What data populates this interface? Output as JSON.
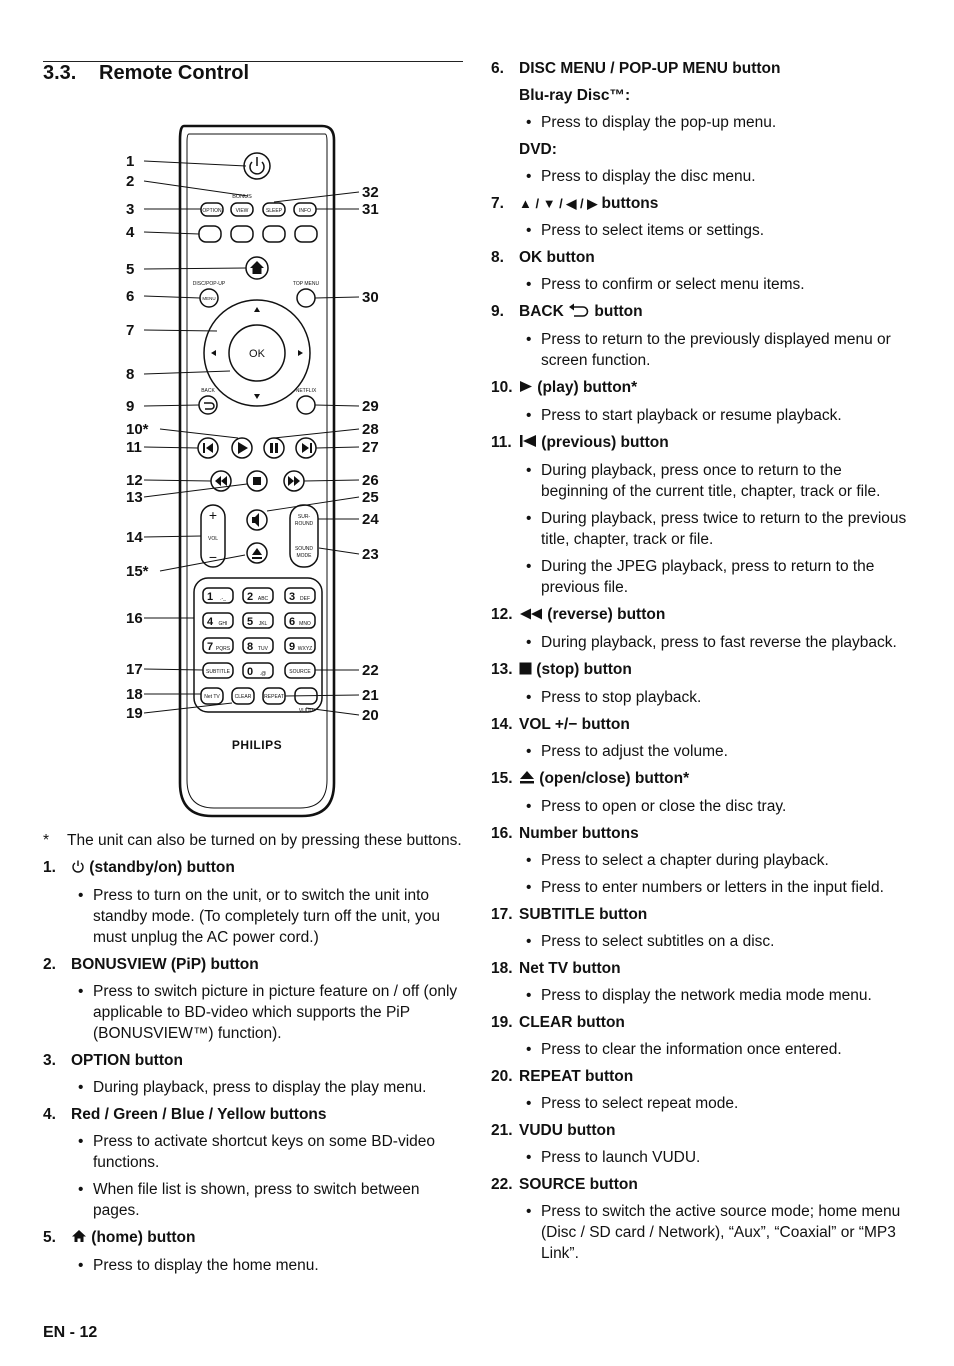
{
  "section": {
    "number": "3.3.",
    "title": "Remote Control"
  },
  "remote": {
    "brand": "PHILIPS",
    "labels": {
      "bonus": "BONUS",
      "option": "OPTION",
      "view": "VIEW",
      "sleep": "SLEEP",
      "info": "INFO",
      "disc_popup": "DISC/POP-UP",
      "menu": "MENU",
      "top_menu": "TOP MENU",
      "ok": "OK",
      "back": "BACK",
      "netflix": "NETFLIX",
      "vol": "VOL",
      "surround": "SUR-\nROUND",
      "sound_mode": "SOUND\nMODE",
      "subtitle": "SUBTITLE",
      "source": "SOURCE",
      "net_tv": "Net TV",
      "clear": "CLEAR",
      "repeat": "REPEAT",
      "vudu": "VUDU"
    },
    "numpad": [
      {
        "d": "1",
        "l": ".-_"
      },
      {
        "d": "2",
        "l": "ABC"
      },
      {
        "d": "3",
        "l": "DEF"
      },
      {
        "d": "4",
        "l": "GHI"
      },
      {
        "d": "5",
        "l": "JKL"
      },
      {
        "d": "6",
        "l": "MNO"
      },
      {
        "d": "7",
        "l": "PQRS"
      },
      {
        "d": "8",
        "l": "TUV"
      },
      {
        "d": "9",
        "l": "WXYZ"
      },
      {
        "d": "0",
        "l": ".@"
      }
    ],
    "callouts_left": [
      "1",
      "2",
      "3",
      "4",
      "5",
      "6",
      "7",
      "8",
      "9",
      "10*",
      "11",
      "12",
      "13",
      "14",
      "15*",
      "16",
      "17",
      "18",
      "19"
    ],
    "callouts_right": [
      "32",
      "31",
      "30",
      "29",
      "28",
      "27",
      "26",
      "25",
      "24",
      "23",
      "22",
      "21",
      "20"
    ]
  },
  "note": {
    "marker": "*",
    "text": "The unit can also be turned on by pressing these buttons."
  },
  "left_items": [
    {
      "num": "1.",
      "icon": "power-icon",
      "title": " (standby/on) button",
      "bullets": [
        "Press to turn on the unit, or to switch the unit into standby mode. (To completely turn off the unit, you must unplug the AC power cord.)"
      ]
    },
    {
      "num": "2.",
      "title": "BONUSVIEW (PiP) button",
      "bullets": [
        "Press to switch picture in picture feature on / off (only applicable to BD-video which supports the PiP (BONUSVIEW™) function)."
      ]
    },
    {
      "num": "3.",
      "title": "OPTION button",
      "bullets": [
        "During playback, press to display the play menu."
      ]
    },
    {
      "num": "4.",
      "title": "Red / Green / Blue / Yellow buttons",
      "bullets": [
        "Press to activate shortcut keys on some BD-video functions.",
        "When file list is shown, press to switch between pages."
      ]
    },
    {
      "num": "5.",
      "icon": "home-icon",
      "title": " (home) button",
      "bullets": [
        "Press to display the home menu."
      ]
    }
  ],
  "right_items": [
    {
      "num": "6.",
      "title": "DISC MENU / POP-UP MENU button",
      "subs": [
        {
          "label": "Blu-ray Disc™:",
          "bullets": [
            "Press to display the pop-up menu."
          ]
        },
        {
          "label": "DVD:",
          "bullets": [
            "Press to display the disc menu."
          ]
        }
      ]
    },
    {
      "num": "7.",
      "icon": "arrows-icon",
      "title": " buttons",
      "arrows_text": "▲ / ▼ / ◀ / ▶",
      "bullets": [
        "Press to select items or settings."
      ]
    },
    {
      "num": "8.",
      "title": "OK button",
      "bullets": [
        "Press to confirm or select menu items."
      ]
    },
    {
      "num": "9.",
      "title": "BACK",
      "icon": "back-icon",
      "title_after": " button",
      "bullets": [
        "Press to return to the previously displayed menu or screen function."
      ]
    },
    {
      "num": "10.",
      "icon": "play-icon",
      "title": " (play) button*",
      "bullets": [
        "Press to start playback or resume playback."
      ]
    },
    {
      "num": "11.",
      "icon": "previous-icon",
      "title": " (previous) button",
      "bullets": [
        "During playback, press once to return to the beginning of the current title, chapter, track or file.",
        "During playback, press twice to return to the previous title, chapter, track or file.",
        "During the JPEG playback, press to return to the previous file."
      ]
    },
    {
      "num": "12.",
      "icon": "reverse-icon",
      "title": " (reverse) button",
      "bullets": [
        "During playback, press to fast reverse the playback."
      ]
    },
    {
      "num": "13.",
      "icon": "stop-icon",
      "title": " (stop) button",
      "bullets": [
        "Press to stop playback."
      ]
    },
    {
      "num": "14.",
      "title": "VOL +/− button",
      "bullets": [
        "Press to adjust the volume."
      ]
    },
    {
      "num": "15.",
      "icon": "eject-icon",
      "title": " (open/close) button*",
      "bullets": [
        "Press to open or close the disc tray."
      ]
    },
    {
      "num": "16.",
      "title": "Number buttons",
      "bullets": [
        "Press to select a chapter during playback.",
        "Press to enter numbers or letters in the input field."
      ]
    },
    {
      "num": "17.",
      "title": "SUBTITLE button",
      "bullets": [
        "Press to select subtitles on a disc."
      ]
    },
    {
      "num": "18.",
      "title": "Net TV button",
      "bullets": [
        "Press to display the network media mode menu."
      ]
    },
    {
      "num": "19.",
      "title": "CLEAR button",
      "bullets": [
        "Press to clear the information once entered."
      ]
    },
    {
      "num": "20.",
      "title": "REPEAT button",
      "bullets": [
        "Press to select repeat mode."
      ]
    },
    {
      "num": "21.",
      "title": "VUDU button",
      "bullets": [
        "Press to launch VUDU."
      ]
    },
    {
      "num": "22.",
      "title": "SOURCE button",
      "bullets": [
        "Press to switch the active source mode; home menu (Disc / SD card / Network), “Aux”, “Coaxial” or “MP3 Link”."
      ]
    }
  ],
  "footer": {
    "page": "EN - 12"
  }
}
